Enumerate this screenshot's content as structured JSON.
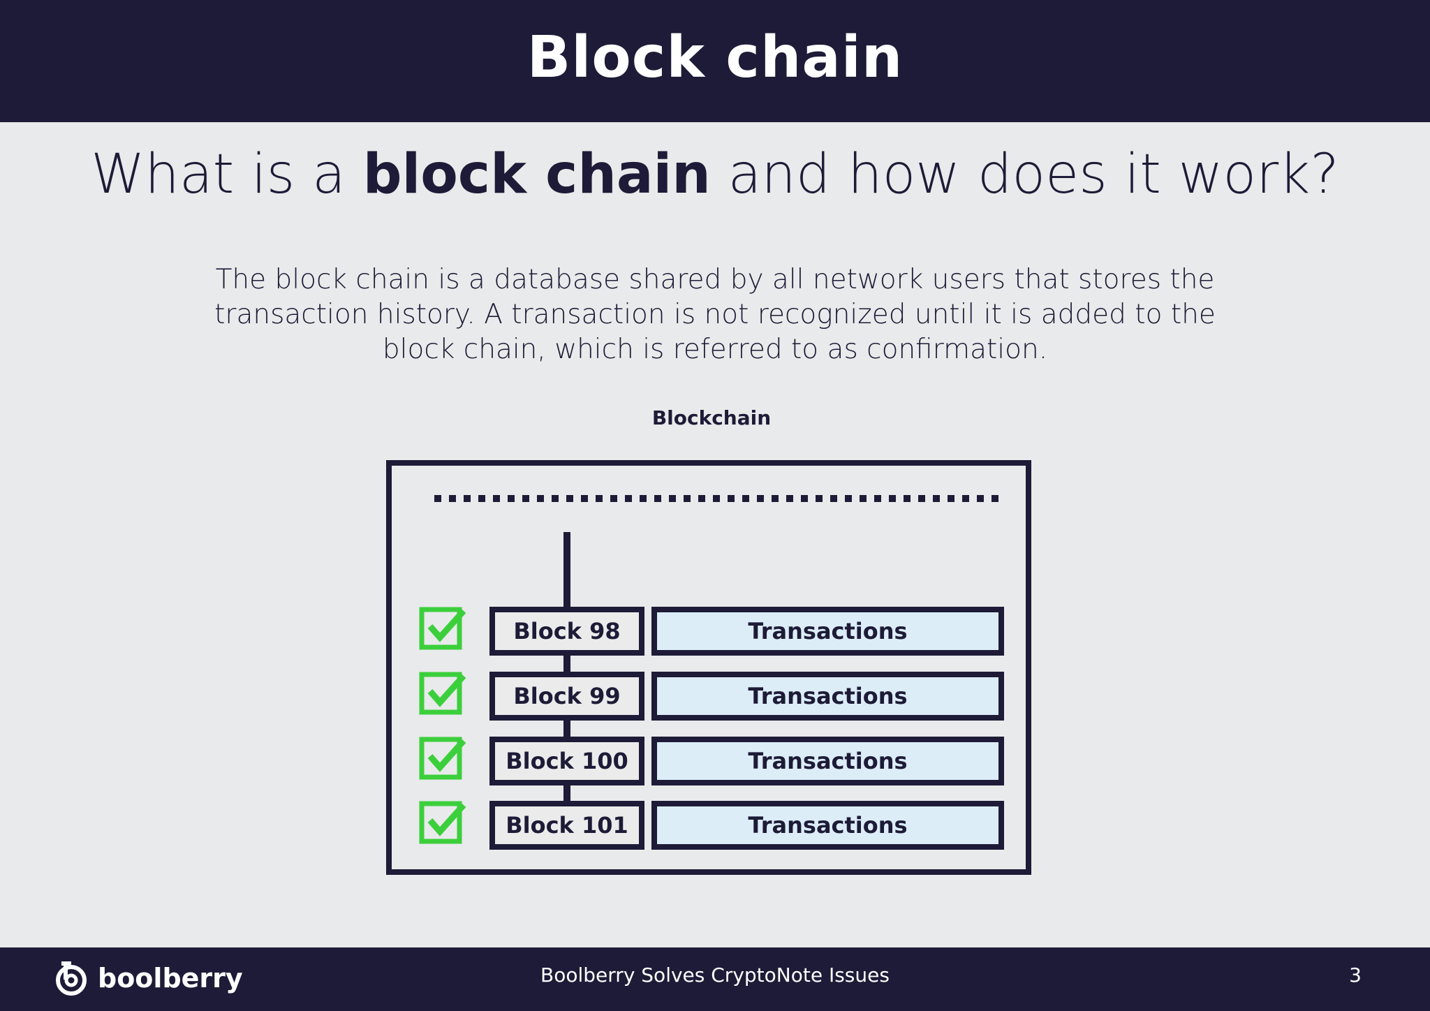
{
  "header": {
    "title": "Block chain"
  },
  "subtitle": {
    "prefix": "What is a ",
    "bold": "block chain",
    "suffix": " and how does it work?"
  },
  "description": "The block chain is a database shared by all network users that stores the transaction history. A transaction is not recognized until it is added to the block chain, which is referred to as confirmation.",
  "diagram": {
    "title": "Blockchain",
    "rows": [
      {
        "block": "Block 98",
        "transactions": "Transactions",
        "confirmed": true
      },
      {
        "block": "Block 99",
        "transactions": "Transactions",
        "confirmed": true
      },
      {
        "block": "Block 100",
        "transactions": "Transactions",
        "confirmed": true
      },
      {
        "block": "Block 101",
        "transactions": "Transactions",
        "confirmed": true
      }
    ]
  },
  "footer": {
    "logo_text": "boolberry",
    "center_text": "Boolberry Solves CryptoNote Issues",
    "page_number": "3"
  },
  "colors": {
    "navy": "#1d1b37",
    "background": "#e9eaeb",
    "check_green": "#3ccf3c",
    "transactions_fill": "#dcedf8"
  }
}
